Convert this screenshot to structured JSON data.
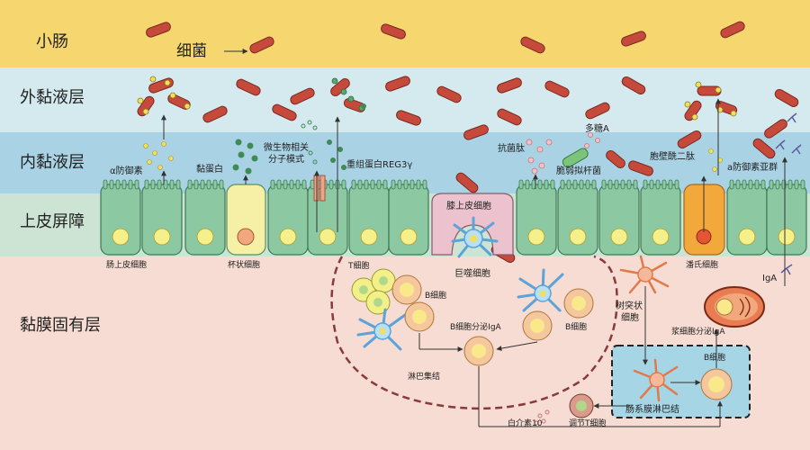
{
  "zones": {
    "small_intestine": "小肠",
    "outer_mucus": "外黏液层",
    "inner_mucus": "内黏液层",
    "epithelial_barrier": "上皮屏障",
    "lamina_propria": "黏膜固有层"
  },
  "labels": {
    "bacteria": "细菌",
    "alpha_defensin": "α防御素",
    "mucin": "黏蛋白",
    "mamp": "微生物相关\n分子模式",
    "reg3g": "重组蛋白REG3γ",
    "antimicrobial_peptide": "抗菌肽",
    "polysaccharide_a": "多糖A",
    "bacteroides": "脆弱拟杆菌",
    "peptidoglycan": "胞壁酰二肽",
    "a_defensin_subgroup": "a防御素亚群",
    "enterocyte": "肠上皮细胞",
    "goblet_cell": "杯状细胞",
    "dome_epithelial_cell": "膝上皮细胞",
    "macrophage": "巨噬细胞",
    "paneth_cell": "潘氏细胞",
    "t_cell": "T细胞",
    "b_cell_1": "B细胞",
    "b_cell_2": "B细胞",
    "b_cell_3": "B细胞",
    "b_cell_iga": "B细胞分泌IgA",
    "peyer_patch": "淋巴集结",
    "dendritic_cell": "树突状\n细胞",
    "plasma_iga": "浆细胞分泌IgA",
    "iga": "IgA",
    "mesenteric_ln": "肠系膜淋巴结",
    "interleukin10": "白介素10",
    "treg": "调节T细胞"
  },
  "colors": {
    "small_intestine": "#f6d66e",
    "outer_mucus": "#d3e9ee",
    "inner_mucus": "#a9d3e5",
    "epithelial": "#8cc9a3",
    "lamina": "#f6dcd2",
    "bacteria": "#c54a3b",
    "lymph_node": "#a6d6e6"
  }
}
